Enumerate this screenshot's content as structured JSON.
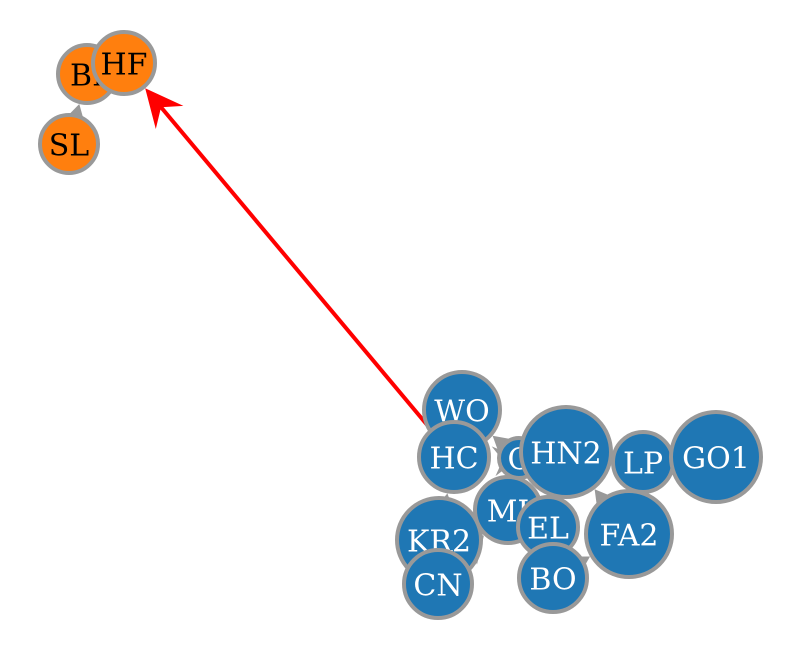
{
  "colors": {
    "group_orange": "#ff7f0e",
    "group_blue": "#1f77b4",
    "node_stroke": "#999999",
    "edge_gray": "#999999",
    "edge_highlight": "#ff0000",
    "label_dark": "#000000",
    "label_light": "#ffffff"
  },
  "nodes": [
    {
      "id": "BI",
      "label": "BI",
      "group": "orange"
    },
    {
      "id": "HF",
      "label": "HF",
      "group": "orange"
    },
    {
      "id": "SL",
      "label": "SL",
      "group": "orange"
    },
    {
      "id": "WO",
      "label": "WO",
      "group": "blue"
    },
    {
      "id": "HC",
      "label": "HC",
      "group": "blue"
    },
    {
      "id": "C",
      "label": "C",
      "group": "blue"
    },
    {
      "id": "HN2",
      "label": "HN2",
      "group": "blue"
    },
    {
      "id": "LP",
      "label": "LP",
      "group": "blue"
    },
    {
      "id": "GO1",
      "label": "GO1",
      "group": "blue"
    },
    {
      "id": "MI",
      "label": "MI",
      "group": "blue"
    },
    {
      "id": "KR2",
      "label": "KR2",
      "group": "blue"
    },
    {
      "id": "EL",
      "label": "EL",
      "group": "blue"
    },
    {
      "id": "FA2",
      "label": "FA2",
      "group": "blue"
    },
    {
      "id": "CN",
      "label": "CN",
      "group": "blue"
    },
    {
      "id": "BO",
      "label": "BO",
      "group": "blue"
    }
  ],
  "edges": [
    {
      "source": "SL",
      "target": "BI",
      "style": "gray"
    },
    {
      "source": "BI",
      "target": "HF",
      "style": "gray"
    },
    {
      "source": "HC",
      "target": "HF",
      "style": "highlight"
    },
    {
      "source": "HC",
      "target": "WO",
      "style": "gray"
    },
    {
      "source": "C",
      "target": "WO",
      "style": "gray"
    },
    {
      "source": "KR2",
      "target": "HC",
      "style": "gray"
    },
    {
      "source": "MI",
      "target": "C",
      "style": "gray"
    },
    {
      "source": "C",
      "target": "HN2",
      "style": "gray"
    },
    {
      "source": "HN2",
      "target": "LP",
      "style": "gray"
    },
    {
      "source": "LP",
      "target": "GO1",
      "style": "gray"
    },
    {
      "source": "FA2",
      "target": "HN2",
      "style": "gray"
    },
    {
      "source": "CN",
      "target": "MI",
      "style": "gray"
    },
    {
      "source": "EL",
      "target": "MI",
      "style": "gray"
    },
    {
      "source": "BO",
      "target": "FA2",
      "style": "gray"
    },
    {
      "source": "EL",
      "target": "BO",
      "style": "gray"
    }
  ]
}
